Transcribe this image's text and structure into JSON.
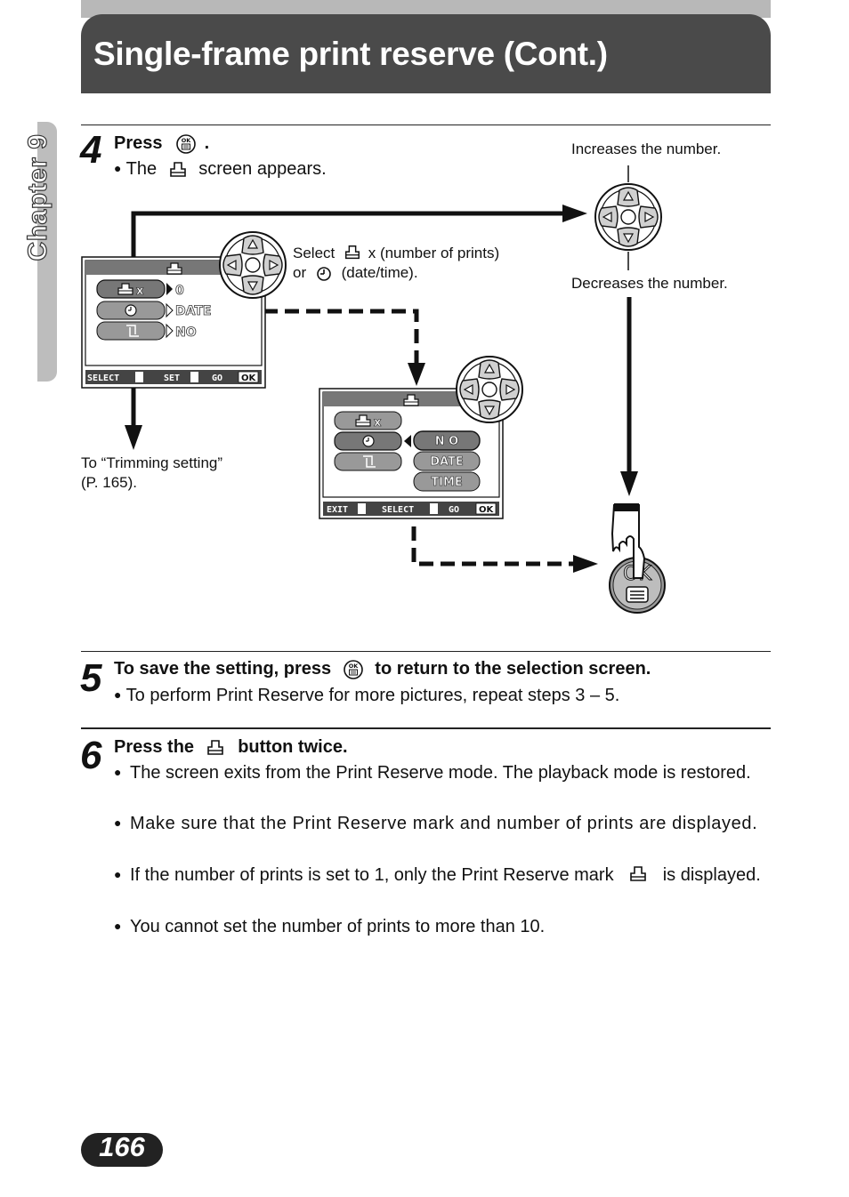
{
  "header": {
    "title": "Single-frame print reserve (Cont.)"
  },
  "chapter": {
    "label": "Chapter 9"
  },
  "step4": {
    "number": "4",
    "press": "Press",
    "period": ".",
    "bullet_pre": "The",
    "bullet_post": "screen appears."
  },
  "diagram": {
    "increase_label": "Increases the number.",
    "decrease_label": "Decreases the number.",
    "select_line1_pre": "Select",
    "select_line1_post": "x (number of prints)",
    "select_line2_pre": "or",
    "select_line2_post": "(date/time).",
    "trimming_line1": "To “Trimming setting”",
    "trimming_line2": "(P. 165).",
    "screen1": {
      "row1_suffix": "x",
      "row1_value": "0",
      "row2_value": "DATE",
      "row3_value": "NO",
      "bar_select": "SELECT",
      "bar_set": "SET",
      "bar_go": "GO",
      "bar_ok": "OK"
    },
    "screen2": {
      "row1_suffix": "x",
      "options": [
        "N O",
        "DATE",
        "TIME"
      ],
      "bar_exit": "EXIT",
      "bar_select": "SELECT",
      "bar_go": "GO",
      "bar_ok": "OK"
    },
    "ok_button_label": "OK"
  },
  "step5": {
    "number": "5",
    "heading_pre": "To  save the setting, press",
    "heading_post": "to return to the selection screen.",
    "bullet1": "To perform Print Reserve for more pictures, repeat steps 3 – 5."
  },
  "step6": {
    "number": "6",
    "heading_pre": "Press the",
    "heading_post": "button twice.",
    "bullet1": "The screen exits from the Print Reserve mode. The playback mode is restored.",
    "bullet2": "Make sure that the Print Reserve mark and number of prints are displayed.",
    "bullet3_pre": "If the number of prints is set to 1, only the Print Reserve mark",
    "bullet3_post": "is displayed.",
    "bullet4": "You cannot set the number of prints to more than 10."
  },
  "page_number": "166",
  "icons": [
    "ok-menu-icon",
    "print-icon",
    "clock-icon",
    "trim-icon",
    "arrow-pad-icon",
    "hand-press-icon"
  ]
}
